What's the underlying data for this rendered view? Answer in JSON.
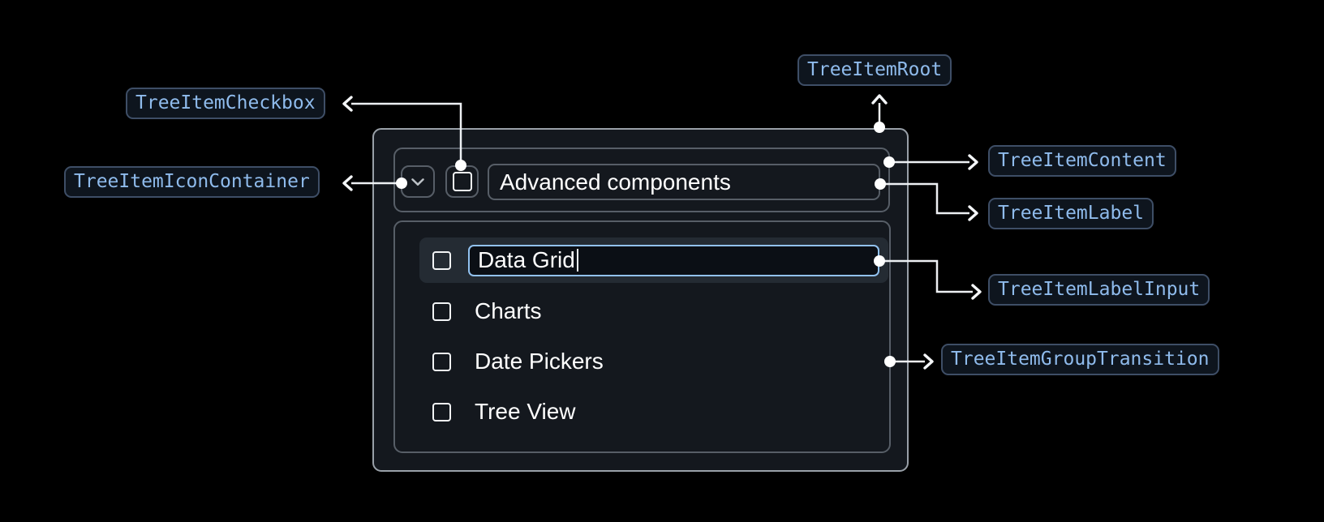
{
  "badges": {
    "checkbox": "TreeItemCheckbox",
    "icon_container": "TreeItemIconContainer",
    "root": "TreeItemRoot",
    "content": "TreeItemContent",
    "label": "TreeItemLabel",
    "label_input": "TreeItemLabelInput",
    "group_transition": "TreeItemGroupTransition"
  },
  "tree": {
    "parent": {
      "label": "Advanced components",
      "expanded": true,
      "checked": false
    },
    "items": [
      {
        "label": "Data Grid",
        "state": "editing",
        "checked": false
      },
      {
        "label": "Charts",
        "checked": false
      },
      {
        "label": "Date Pickers",
        "checked": false
      },
      {
        "label": "Tree View",
        "checked": false
      }
    ]
  },
  "icons": {
    "expand": "chevron-down-icon",
    "checkbox": "checkbox-unchecked-icon"
  },
  "colors": {
    "badge_text": "#8fbbec",
    "badge_border": "#3e4e66",
    "badge_bg": "#0e151e",
    "root_border": "#99a0a8",
    "inner_border": "#575e67",
    "row_highlight_bg": "#242b33",
    "input_focus_border": "#92c2f0",
    "connector": "#edf0f3",
    "tree_text": "#ffffff"
  }
}
